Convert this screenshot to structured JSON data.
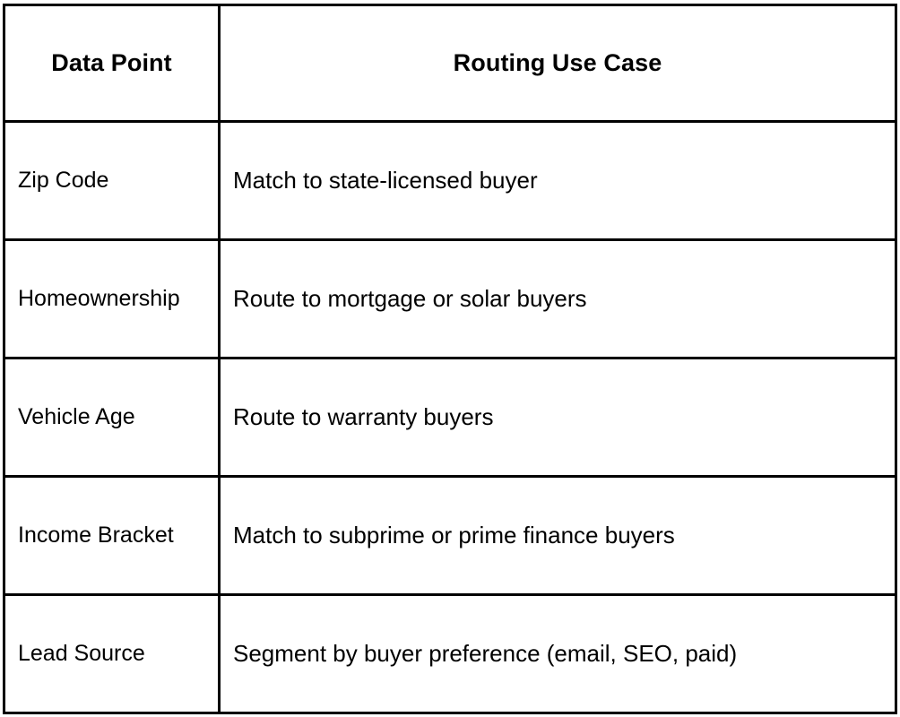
{
  "table": {
    "headers": [
      {
        "label": "Data Point",
        "align": "center"
      },
      {
        "label": "Routing Use Case",
        "align": "center"
      }
    ],
    "rows": [
      {
        "data_point": "Zip Code",
        "routing_use_case": "Match to state-licensed buyer"
      },
      {
        "data_point": "Homeownership",
        "routing_use_case": "Route to mortgage or solar buyers"
      },
      {
        "data_point": "Vehicle Age",
        "routing_use_case": "Route to warranty buyers"
      },
      {
        "data_point": "Income Bracket",
        "routing_use_case": "Match to subprime or prime finance buyers"
      },
      {
        "data_point": "Lead Source",
        "routing_use_case": "Segment by buyer preference (email, SEO, paid)"
      }
    ]
  },
  "colors": {
    "border": "#000000",
    "text": "#000000",
    "background": "#ffffff"
  }
}
